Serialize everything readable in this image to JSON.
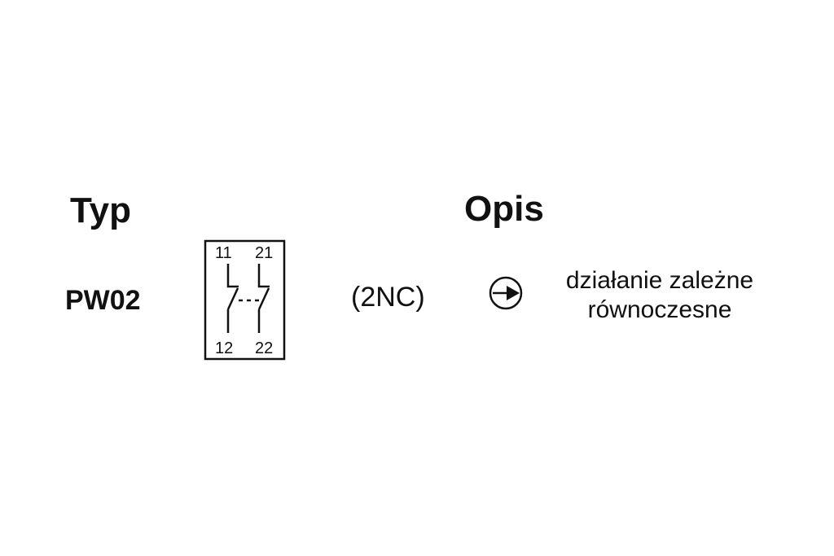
{
  "headers": {
    "type": "Typ",
    "description": "Opis"
  },
  "row": {
    "type_code": "PW02",
    "symbol": {
      "terminals": {
        "top_left": "11",
        "top_right": "21",
        "bottom_left": "12",
        "bottom_right": "22"
      }
    },
    "contact_config": "(2NC)",
    "action_icon": "circle-arrow-right-icon",
    "description_line1": "działanie zależne",
    "description_line2": "równoczesne"
  }
}
